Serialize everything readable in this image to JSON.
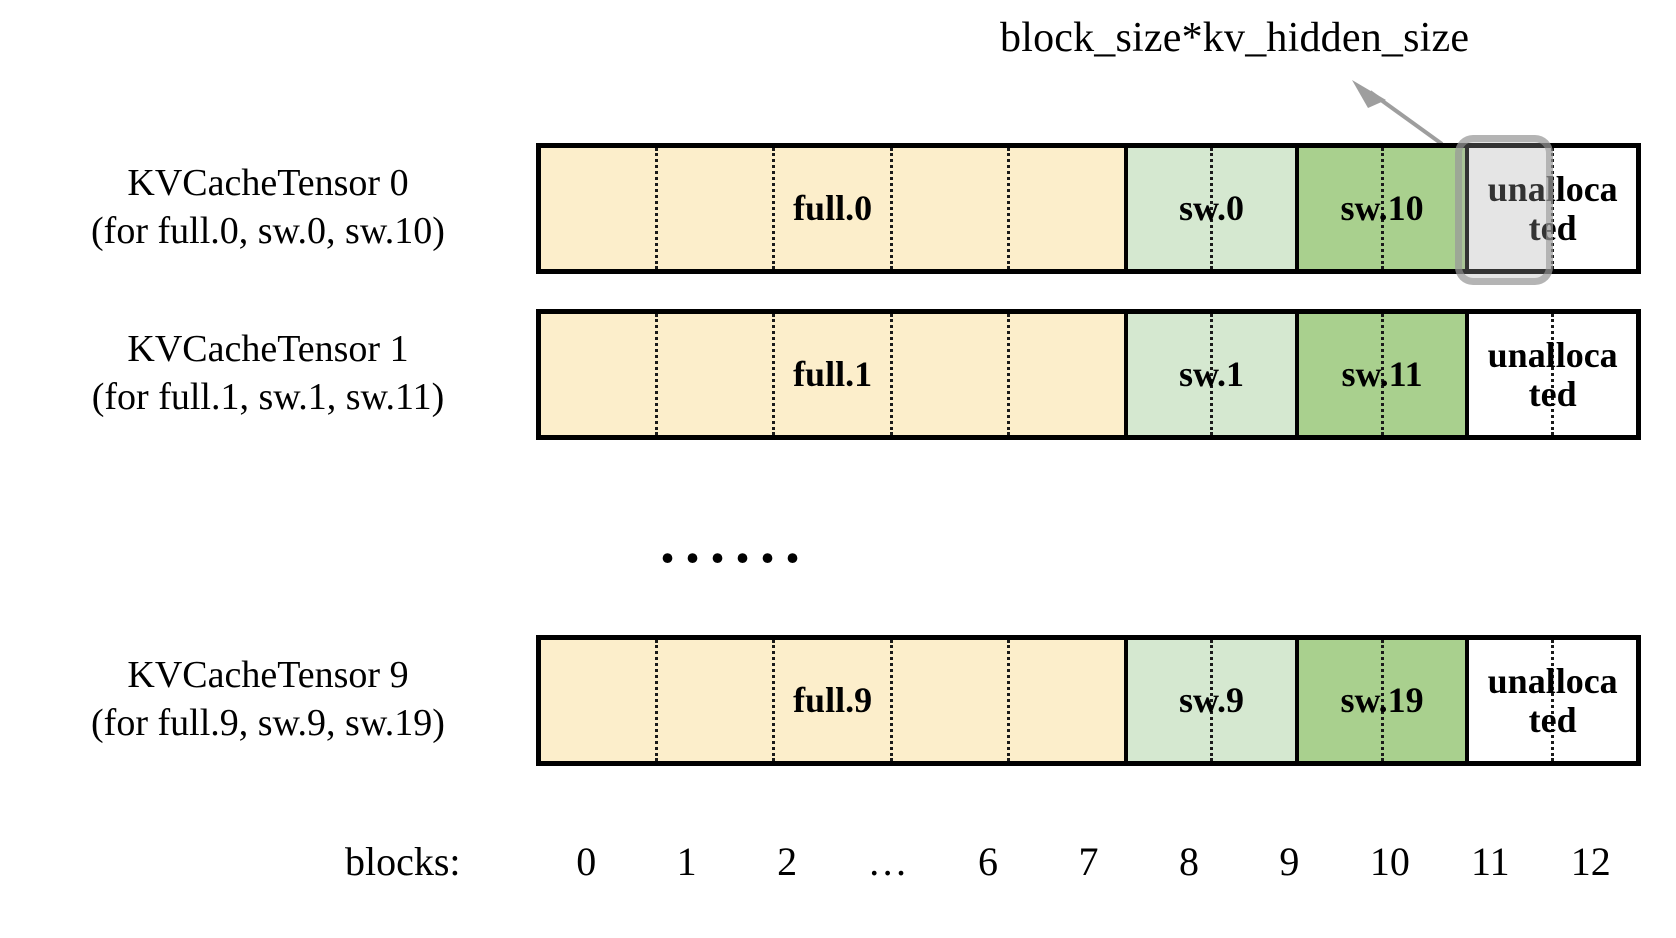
{
  "figure": {
    "annotation": {
      "text": "block_size*kv_hidden_size",
      "arrow_icon": "arrow-up-left-icon"
    },
    "ellipsis": "......",
    "axis": {
      "caption": "blocks:",
      "ticks": [
        "0",
        "1",
        "2",
        "…",
        "6",
        "7",
        "8",
        "9",
        "10",
        "11",
        "12"
      ]
    },
    "colors": {
      "full_fill": "#fceecb",
      "sw_light_fill": "#d5e8d0",
      "sw_dark_fill": "#a9d08e",
      "unallocated_fill": "#ffffff",
      "border": "#000000",
      "highlight": "#969696"
    },
    "rows": [
      {
        "label_line1": "KVCacheTensor 0",
        "label_line2": "(for full.0, sw.0, sw.10)",
        "segments": [
          {
            "name": "full",
            "label": "full.0",
            "blocks": 7,
            "fill": "full_fill"
          },
          {
            "name": "sw-light",
            "label": "sw.0",
            "blocks": 2,
            "fill": "sw_light_fill"
          },
          {
            "name": "sw-dark",
            "label": "sw.10",
            "blocks": 2,
            "fill": "sw_dark_fill"
          },
          {
            "name": "unallocated",
            "label": "unalloca\nted",
            "blocks": 2,
            "fill": "unallocated_fill"
          }
        ]
      },
      {
        "label_line1": "KVCacheTensor 1",
        "label_line2": "(for full.1, sw.1, sw.11)",
        "segments": [
          {
            "name": "full",
            "label": "full.1",
            "blocks": 7,
            "fill": "full_fill"
          },
          {
            "name": "sw-light",
            "label": "sw.1",
            "blocks": 2,
            "fill": "sw_light_fill"
          },
          {
            "name": "sw-dark",
            "label": "sw.11",
            "blocks": 2,
            "fill": "sw_dark_fill"
          },
          {
            "name": "unallocated",
            "label": "unalloca\nted",
            "blocks": 2,
            "fill": "unallocated_fill"
          }
        ]
      },
      {
        "label_line1": "KVCacheTensor 9",
        "label_line2": "(for full.9, sw.9, sw.19)",
        "segments": [
          {
            "name": "full",
            "label": "full.9",
            "blocks": 7,
            "fill": "full_fill"
          },
          {
            "name": "sw-light",
            "label": "sw.9",
            "blocks": 2,
            "fill": "sw_light_fill"
          },
          {
            "name": "sw-dark",
            "label": "sw.19",
            "blocks": 2,
            "fill": "sw_dark_fill"
          },
          {
            "name": "unallocated",
            "label": "unalloca\nted",
            "blocks": 2,
            "fill": "unallocated_fill"
          }
        ]
      }
    ]
  }
}
